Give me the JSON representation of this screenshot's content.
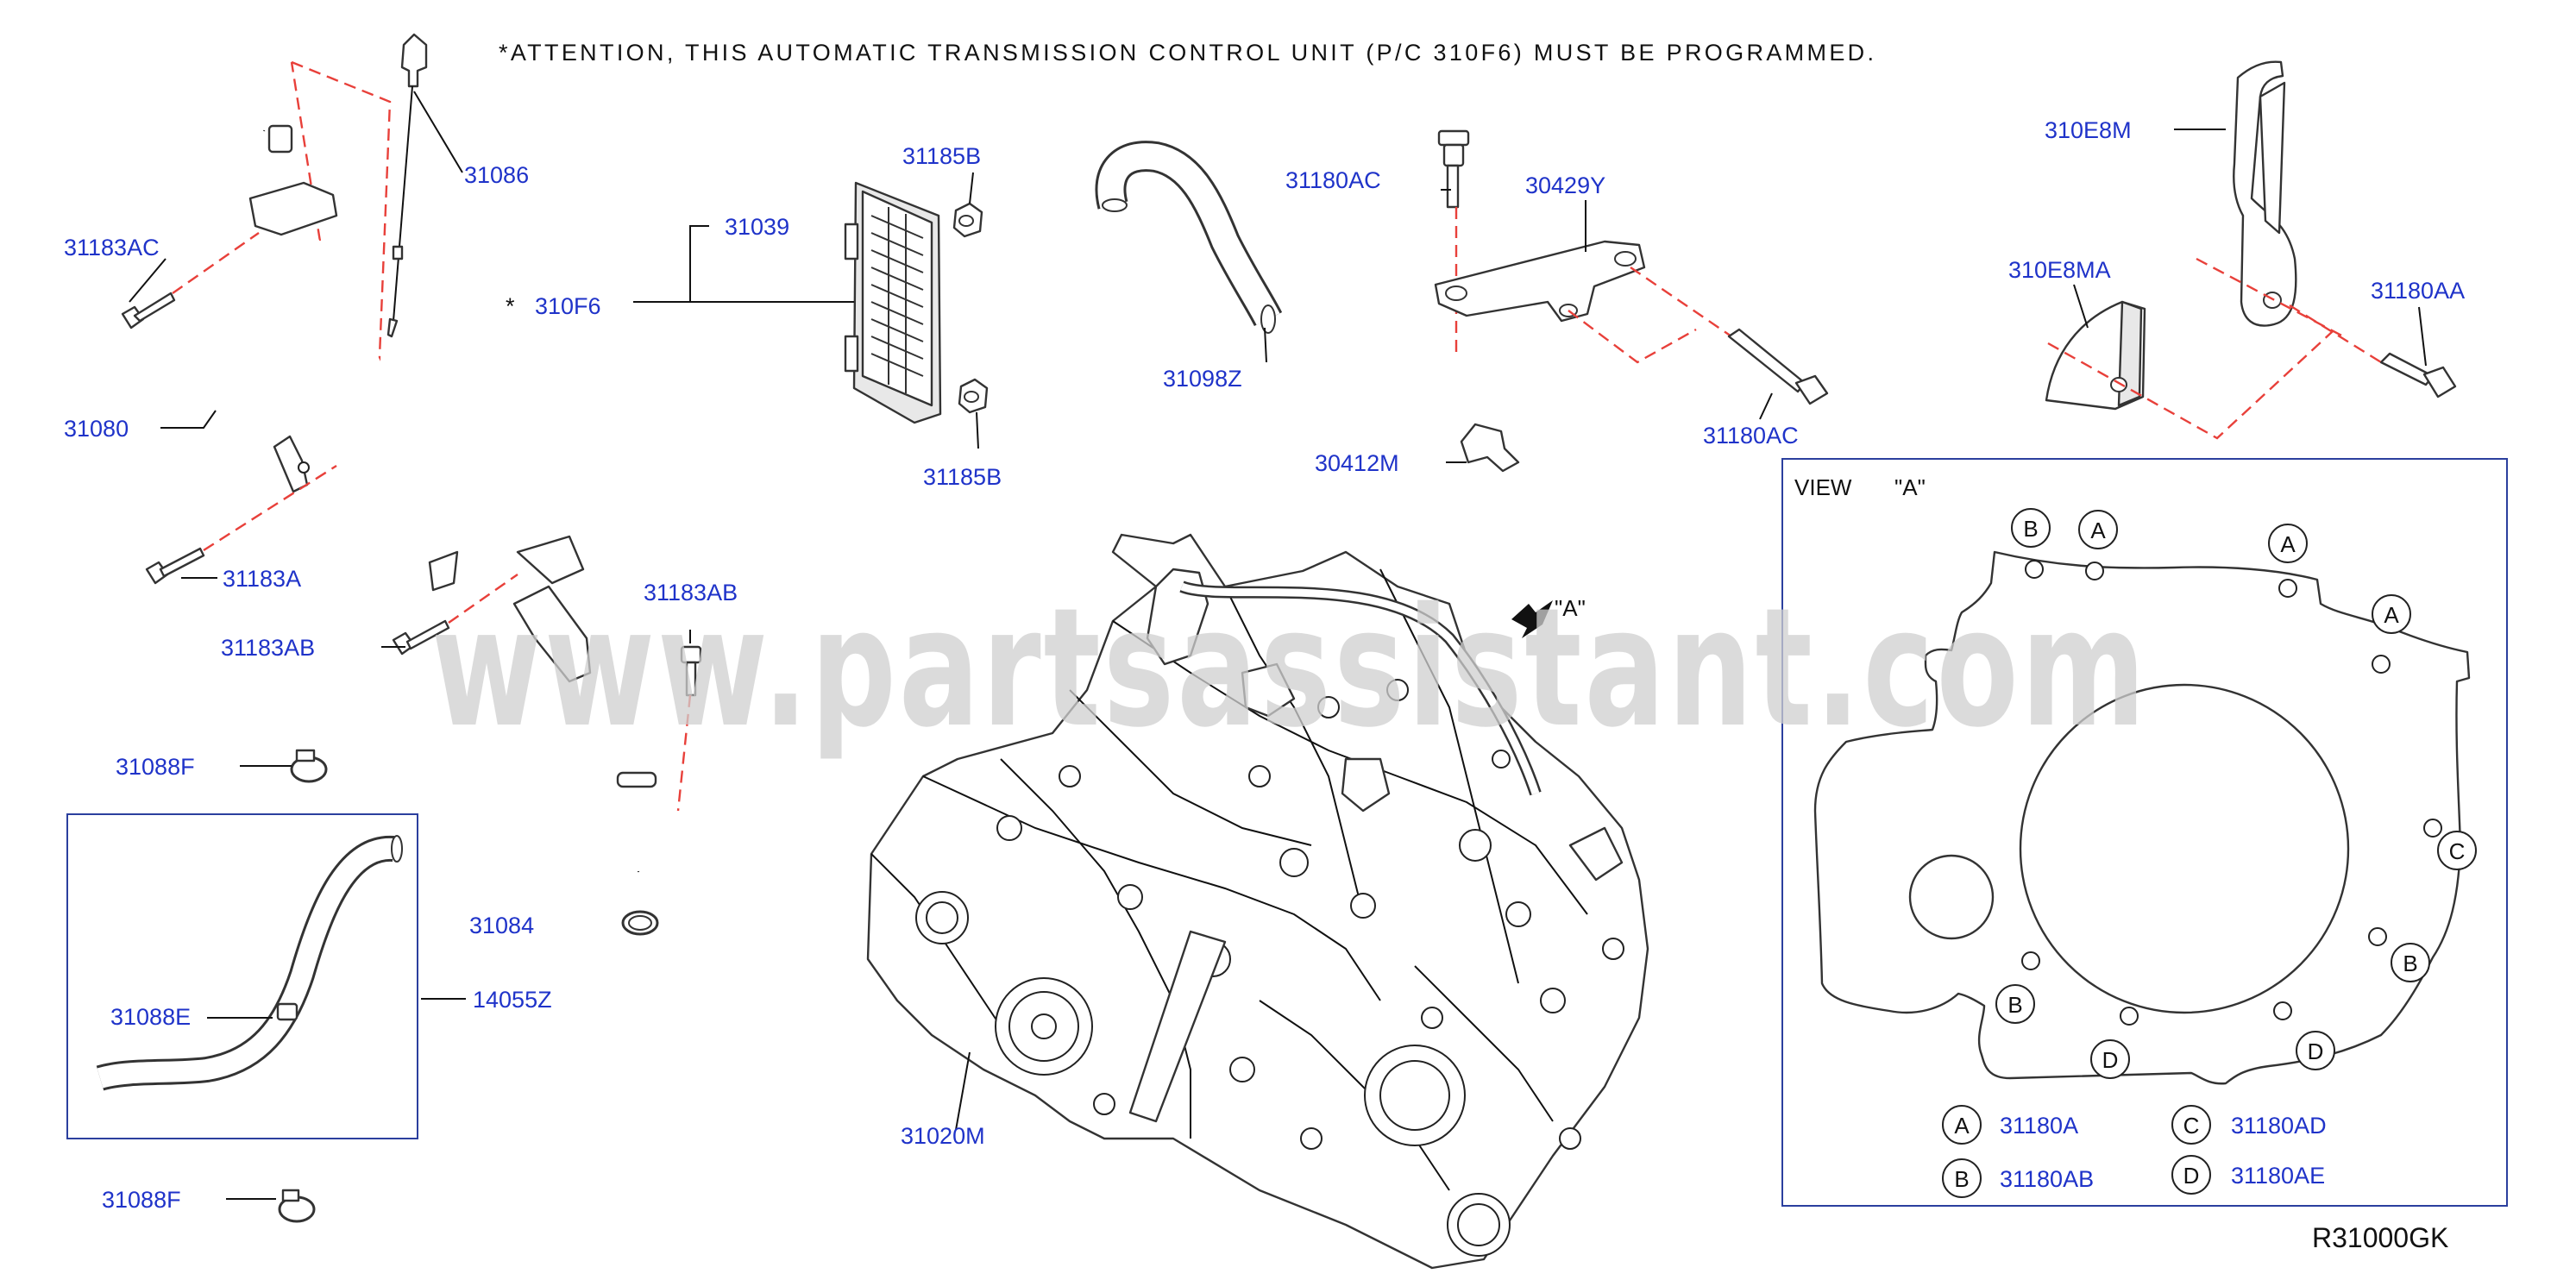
{
  "attention_note": "*ATTENTION, THIS AUTOMATIC TRANSMISSION CONTROL UNIT (P/C 310F6) MUST BE PROGRAMMED.",
  "watermark": "www.partsassistant.com",
  "diagram_code": "R31000GK",
  "star_mark": "*",
  "view_label": "VIEW",
  "view_ref": "\"A\"",
  "view_arrow_label": "\"A\"",
  "parts": {
    "p31183AC": "31183AC",
    "p31086": "31086",
    "p31080": "31080",
    "p31183A": "31183A",
    "p31183AB_left": "31183AB",
    "p31183AB_right": "31183AB",
    "p31088F_top": "31088F",
    "p31088F_bottom": "31088F",
    "p31088E": "31088E",
    "p14055Z": "14055Z",
    "p31084": "31084",
    "p31039": "31039",
    "p310F6": "310F6",
    "p31185B_top": "31185B",
    "p31185B_bottom": "31185B",
    "p31098Z": "31098Z",
    "p31180AC_top": "31180AC",
    "p30429Y": "30429Y",
    "p31180AC_bottom": "31180AC",
    "p30412M": "30412M",
    "p310E8M": "310E8M",
    "p310E8MA": "310E8MA",
    "p31180AA": "31180AA",
    "p31020M": "31020M"
  },
  "view_markers": {
    "A": "A",
    "B": "B",
    "C": "C",
    "D": "D"
  },
  "legend": [
    {
      "key": "A",
      "part": "31180A"
    },
    {
      "key": "B",
      "part": "31180AB"
    },
    {
      "key": "C",
      "part": "31180AD"
    },
    {
      "key": "D",
      "part": "31180AE"
    }
  ]
}
